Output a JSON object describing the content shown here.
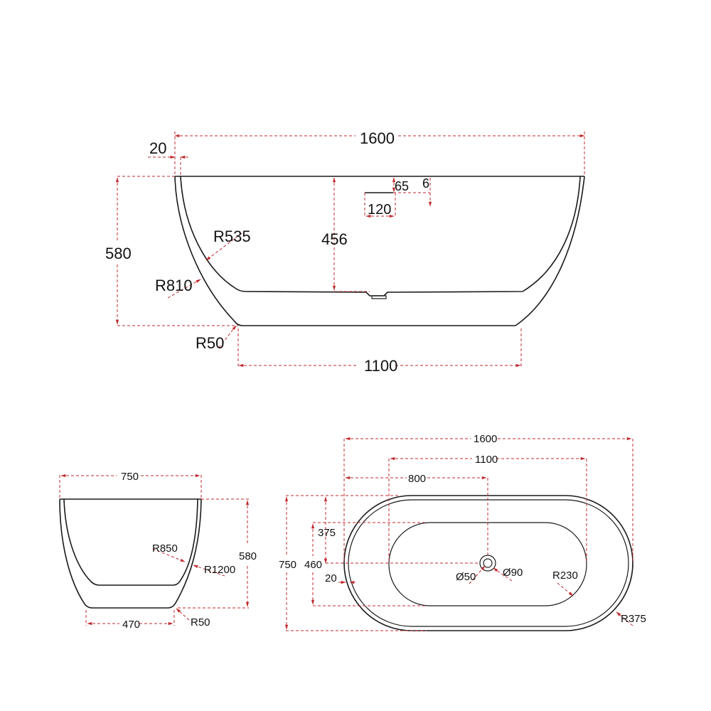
{
  "side_view": {
    "overall_length": "1600",
    "rim_thickness": "20",
    "overall_height": "580",
    "inner_depth": "456",
    "overflow_offset": "65",
    "overflow_lip": "6",
    "overflow_width": "120",
    "inner_radius": "R535",
    "outer_radius": "R810",
    "base_radius": "R50",
    "base_length": "1100"
  },
  "end_view": {
    "overall_width": "750",
    "overall_height": "580",
    "inner_radius": "R850",
    "outer_radius": "R1200",
    "base_width": "470",
    "base_radius": "R50"
  },
  "top_view": {
    "overall_length": "1600",
    "inner_length": "1100",
    "drain_offset": "800",
    "overall_width": "750",
    "drain_center_offset": "375",
    "inner_width": "460",
    "rim_thickness": "20",
    "drain_inner_diameter": "Ø50",
    "drain_outer_diameter": "Ø90",
    "inner_end_radius": "R230",
    "outer_end_radius": "R375"
  },
  "colors": {
    "dimension_line": "#c0282d",
    "outline": "#1a1a1a",
    "background": "#ffffff"
  }
}
